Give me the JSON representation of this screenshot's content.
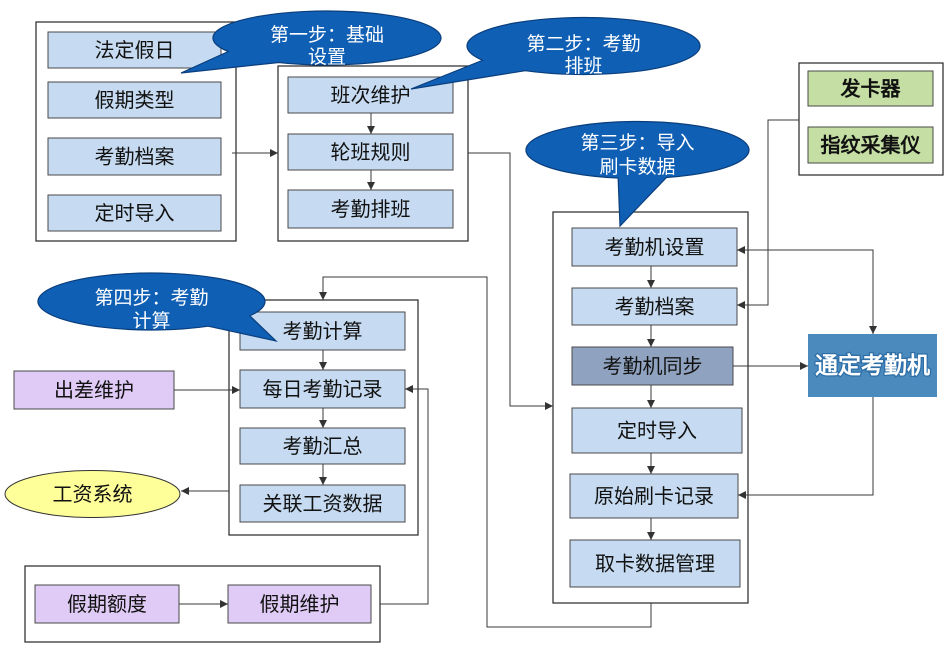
{
  "steps": {
    "basic_setup": {
      "callout": {
        "line1": "第一步：基础",
        "line2": "设置"
      },
      "items": [
        "法定假日",
        "假期类型",
        "考勤档案",
        "定时导入"
      ]
    },
    "scheduling": {
      "callout": {
        "line1": "第二步：考勤",
        "line2": "排班"
      },
      "items": [
        "班次维护",
        "轮班规则",
        "考勤排班"
      ]
    },
    "import_punch_data": {
      "callout": {
        "line1": "第三步：导入",
        "line2": "刷卡数据"
      },
      "items": [
        "考勤机设置",
        "考勤档案",
        "考勤机同步",
        "定时导入",
        "原始刷卡记录",
        "取卡数据管理"
      ]
    },
    "attendance_calc": {
      "callout": {
        "line1": "第四步：考勤",
        "line2": "计算"
      },
      "items": [
        "考勤计算",
        "每日考勤记录",
        "考勤汇总",
        "关联工资数据"
      ]
    }
  },
  "devices": [
    "发卡器",
    "指纹采集仪"
  ],
  "attendance_machine": "通定考勤机",
  "business_trip": "出差维护",
  "payroll_system": "工资系统",
  "leave": {
    "items": [
      "假期额度",
      "假期维护"
    ]
  },
  "colors": {
    "callout": "#0F5FB5",
    "process_box": "#C6DBF1",
    "sync_box": "#8FA2BF",
    "device_box": "#C4DEA3",
    "leave_box": "#DFCBF5",
    "payroll": "#FFFF99",
    "machine": "#4A8ABD"
  }
}
